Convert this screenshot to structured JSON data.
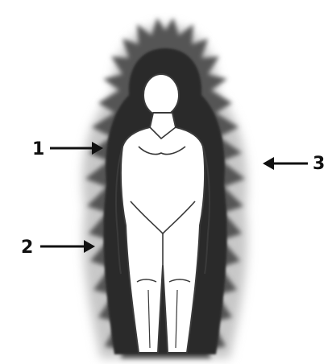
{
  "callouts": [
    {
      "label": "1"
    },
    {
      "label": "2"
    },
    {
      "label": "3"
    }
  ],
  "colors": {
    "aura_dark": "#1a1a1a",
    "aura_mid": "#6b6b6b",
    "aura_light": "#bdbdbd",
    "body_fill": "#ffffff",
    "outline": "#3a3a3a",
    "arrow": "#111111"
  }
}
